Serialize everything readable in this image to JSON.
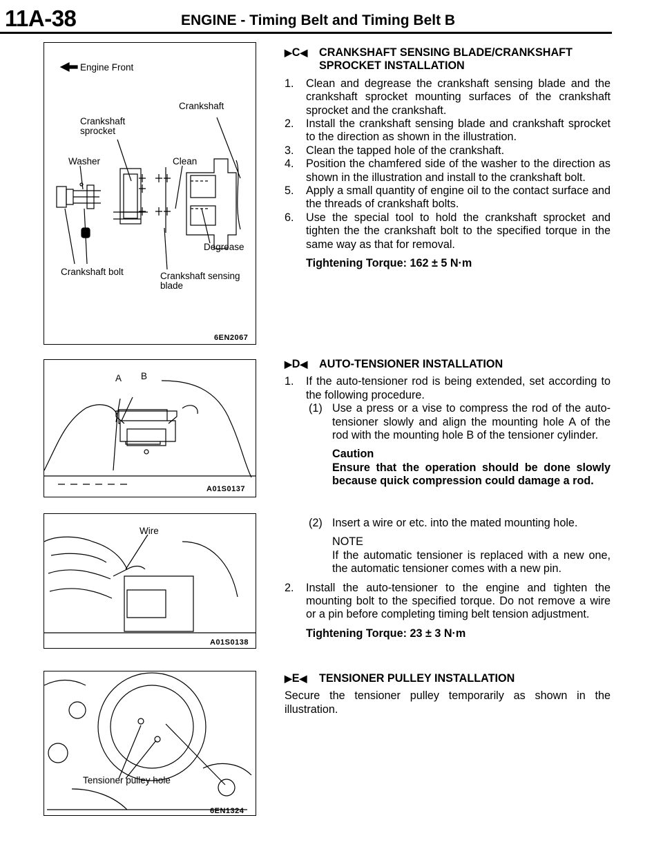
{
  "header": {
    "page_number": "11A-38",
    "title": "ENGINE - Timing Belt and Timing Belt B"
  },
  "figures": {
    "fig1": {
      "code": "6EN2067",
      "labels": {
        "engine_front": "Engine Front",
        "crankshaft": "Crankshaft",
        "crankshaft_sprocket_1": "Crankshaft",
        "crankshaft_sprocket_2": "sprocket",
        "washer": "Washer",
        "clean": "Clean",
        "degrease": "Degrease",
        "crankshaft_bolt": "Crankshaft bolt",
        "sensing_blade_1": "Crankshaft sensing",
        "sensing_blade_2": "blade"
      }
    },
    "fig2": {
      "code": "A01S0137",
      "labels": {
        "a": "A",
        "b": "B"
      }
    },
    "fig3": {
      "code": "A01S0138",
      "labels": {
        "wire": "Wire"
      }
    },
    "fig4": {
      "code": "6EN1324",
      "labels": {
        "hole": "Tensioner pulley hole"
      }
    }
  },
  "section_c": {
    "letter": "C",
    "heading_1": "CRANKSHAFT SENSING BLADE/CRANKSHAFT",
    "heading_2": "SPROCKET INSTALLATION",
    "items": [
      {
        "n": "1.",
        "text": "Clean and degrease the crankshaft sensing blade and the crankshaft sprocket mounting surfaces of the crankshaft sprocket and the crankshaft."
      },
      {
        "n": "2.",
        "text": "Install the crankshaft sensing blade and crankshaft sprocket to the direction as shown in the illustration."
      },
      {
        "n": "3.",
        "text": "Clean the tapped hole of the crankshaft."
      },
      {
        "n": "4.",
        "text": "Position the chamfered side of the washer to the direction as shown in the illustration and install to the crankshaft bolt."
      },
      {
        "n": "5.",
        "text": "Apply a small quantity of engine oil to the contact surface and the threads of crankshaft bolts."
      },
      {
        "n": "6.",
        "text": "Use the special tool to hold the crankshaft sprocket and tighten the the crankshaft bolt to the specified torque in the same way as that for removal."
      }
    ],
    "torque": "Tightening Torque: 162 ± 5 N·m"
  },
  "section_d": {
    "letter": "D",
    "heading": "AUTO-TENSIONER INSTALLATION",
    "item1": {
      "n": "1.",
      "text": "If the auto-tensioner rod is being extended, set according to the following procedure."
    },
    "sub1": {
      "n": "(1)",
      "text": "Use a press or a vise to compress the rod of the auto-tensioner slowly and align the mounting hole A of the rod with the mounting hole B of the tensioner cylinder."
    },
    "caution_title": "Caution",
    "caution_text": "Ensure that the operation should be done slowly because quick compression could damage a rod.",
    "sub2": {
      "n": "(2)",
      "text": "Insert a wire or etc. into the mated mounting hole."
    },
    "note_title": "NOTE",
    "note_text": "If the automatic tensioner is replaced with a new one, the automatic tensioner comes with a new pin.",
    "item2": {
      "n": "2.",
      "text": "Install the auto-tensioner to the engine and tighten the mounting bolt to the specified torque. Do not remove a wire or a pin before completing timing belt tension adjustment."
    },
    "torque": "Tightening Torque: 23 ± 3 N·m"
  },
  "section_e": {
    "letter": "E",
    "heading": "TENSIONER PULLEY INSTALLATION",
    "text": "Secure the tensioner pulley temporarily as shown in the illustration."
  }
}
